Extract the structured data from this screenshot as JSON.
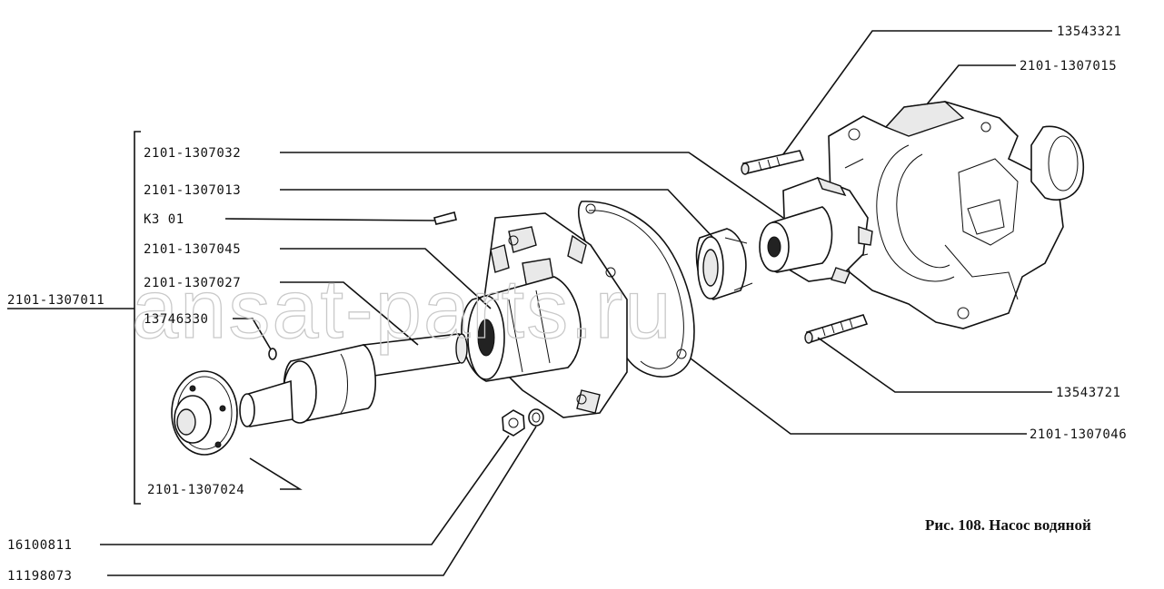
{
  "labels": {
    "screw_13543321": "13543321",
    "housing_2101_1307015": "2101-1307015",
    "hub_2101_1307032": "2101-1307032",
    "seal_2101_1307013": "2101-1307013",
    "ks01": "K3 01",
    "impeller_2101_1307045": "2101-1307045",
    "shaft_2101_1307027": "2101-1307027",
    "screw_13746330": "13746330",
    "assembly_2101_1307011": "2101-1307011",
    "pulley_2101_1307024": "2101-1307024",
    "stud_13543721": "13543721",
    "gasket_2101_1307046": "2101-1307046",
    "nut_16100811": "16100811",
    "washer_11198073": "11198073"
  },
  "caption": "Рис. 108. Насос водяной",
  "watermark": "ansat-parts.ru"
}
